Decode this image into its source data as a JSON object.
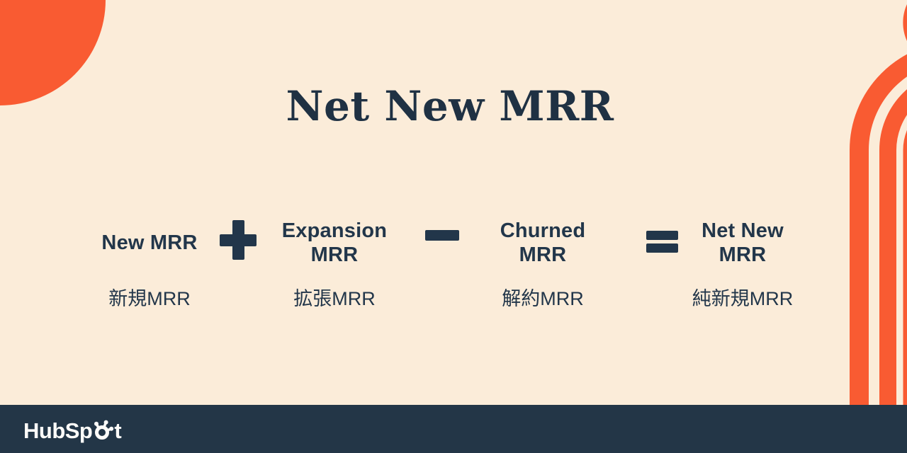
{
  "page": {
    "title": "Net New MRR"
  },
  "formula": {
    "terms": [
      {
        "en": "New MRR",
        "en_lines": [
          "New MRR"
        ],
        "ja": "新規MRR"
      },
      {
        "en": "Expansion MRR",
        "en_lines": [
          "Expansion",
          "MRR"
        ],
        "ja": "拡張MRR"
      },
      {
        "en": "Churned MRR",
        "en_lines": [
          "Churned",
          "MRR"
        ],
        "ja": "解約MRR"
      },
      {
        "en": "Net New MRR",
        "en_lines": [
          "Net New",
          "MRR"
        ],
        "ja": "純新規MRR"
      }
    ],
    "operators": [
      {
        "name": "plus",
        "symbol": "+"
      },
      {
        "name": "minus",
        "symbol": "−"
      },
      {
        "name": "equals",
        "symbol": "="
      }
    ]
  },
  "footer": {
    "brand": "HubSpot",
    "brand_prefix": "HubSp",
    "brand_suffix": "t"
  },
  "colors": {
    "background_cream": "#fbecd9",
    "accent_orange": "#f95b32",
    "ink_navy": "#22364a",
    "footer_navy": "#233647",
    "logo_white": "#fdfcf9"
  },
  "decorations": {
    "top_left": "orange-quarter-circle",
    "right": "orange-arch-stripes"
  }
}
